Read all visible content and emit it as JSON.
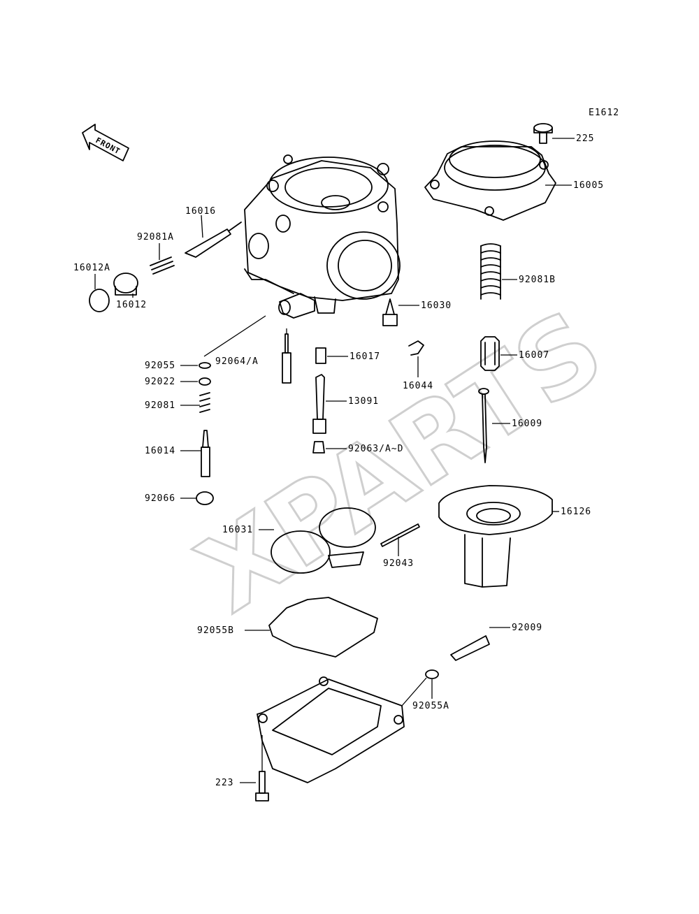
{
  "diagram_code": "E1612",
  "front_label": "FRONT",
  "watermark": "XPARTS",
  "parts": [
    {
      "id": "p225",
      "number": "225"
    },
    {
      "id": "p16005",
      "number": "16005"
    },
    {
      "id": "p16016",
      "number": "16016"
    },
    {
      "id": "p92081A",
      "number": "92081A"
    },
    {
      "id": "p16012A",
      "number": "16012A"
    },
    {
      "id": "p16012",
      "number": "16012"
    },
    {
      "id": "p92081B",
      "number": "92081B"
    },
    {
      "id": "p16030",
      "number": "16030"
    },
    {
      "id": "p16017",
      "number": "16017"
    },
    {
      "id": "p16007",
      "number": "16007"
    },
    {
      "id": "p92055",
      "number": "92055"
    },
    {
      "id": "p92064A",
      "number": "92064/A"
    },
    {
      "id": "p16044",
      "number": "16044"
    },
    {
      "id": "p92022",
      "number": "92022"
    },
    {
      "id": "p92081",
      "number": "92081"
    },
    {
      "id": "p13091",
      "number": "13091"
    },
    {
      "id": "p16009",
      "number": "16009"
    },
    {
      "id": "p16014",
      "number": "16014"
    },
    {
      "id": "p92063",
      "number": "92063/A~D"
    },
    {
      "id": "p92066",
      "number": "92066"
    },
    {
      "id": "p16126",
      "number": "16126"
    },
    {
      "id": "p16031",
      "number": "16031"
    },
    {
      "id": "p92043",
      "number": "92043"
    },
    {
      "id": "p92055B",
      "number": "92055B"
    },
    {
      "id": "p92009",
      "number": "92009"
    },
    {
      "id": "p92055A",
      "number": "92055A"
    },
    {
      "id": "p223",
      "number": "223"
    }
  ]
}
